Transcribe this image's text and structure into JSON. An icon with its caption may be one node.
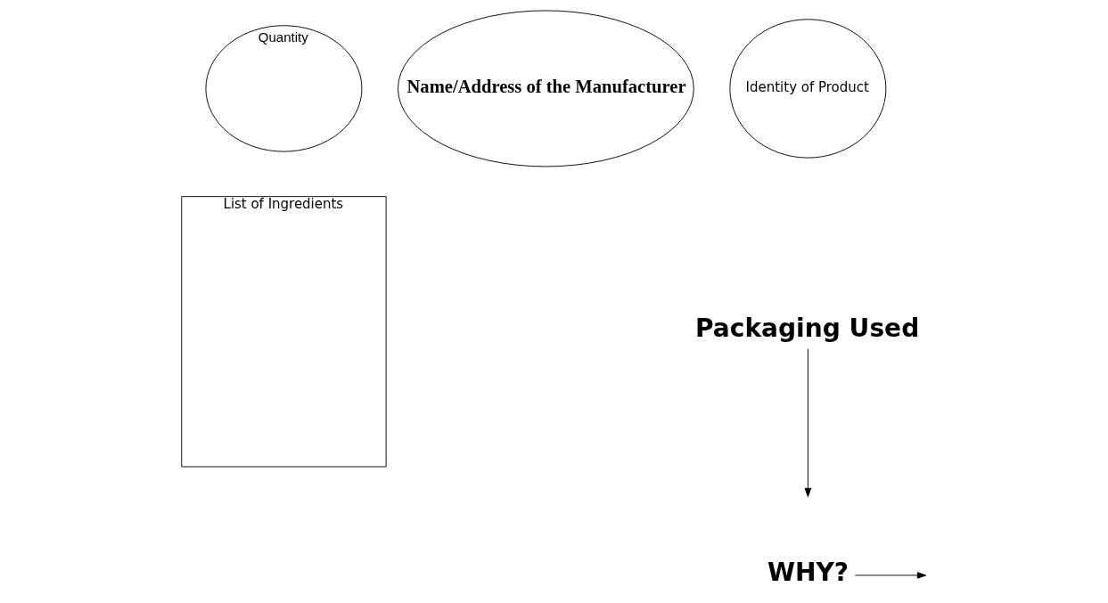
{
  "diagram": {
    "nodes": [
      {
        "text": [
          "Quantity"
        ]
      },
      {
        "text": [
          "Name/Address of the Manufacturer"
        ]
      },
      {
        "text": [
          "Identity of Product"
        ]
      },
      {
        "text": [
          "List of Ingredients"
        ]
      },
      {
        "text": [
          "Packaging Used"
        ]
      },
      {
        "text": [
          "WHY?"
        ]
      }
    ],
    "edges": [
      {
        "from": 4,
        "to": null,
        "arrow": "to"
      },
      {
        "from": 5,
        "to": null,
        "arrow": "to"
      }
    ]
  }
}
